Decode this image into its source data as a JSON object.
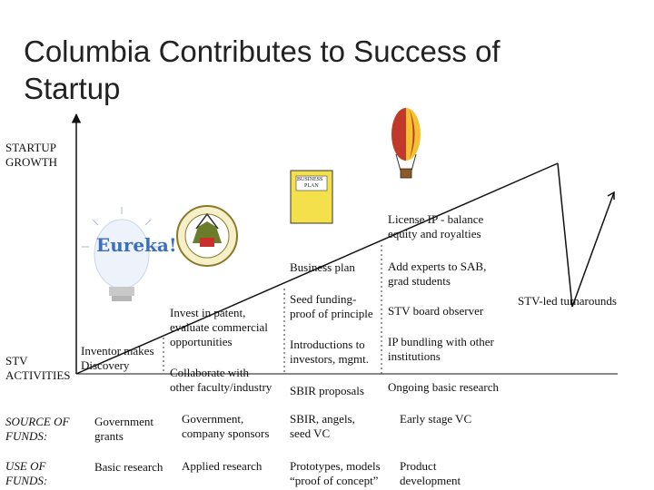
{
  "slide": {
    "title": "Columbia Contributes to Success of Startup"
  },
  "axes": {
    "y_label_line1": "STARTUP",
    "y_label_line2": "GROWTH",
    "x_label_line1": "STV",
    "x_label_line2": "ACTIVITIES"
  },
  "images": {
    "eureka_text": "Eureka!",
    "business_plan_line1": "BUSINESS",
    "business_plan_line2": "PLAN"
  },
  "activities": {
    "inventor_line1": "Inventor makes",
    "inventor_line2": "Discovery",
    "invest_line1": "Invest in patent,",
    "invest_line2": "evaluate commercial",
    "invest_line3": "opportunities",
    "collaborate_line1": "Collaborate with",
    "collaborate_line2": "other faculty/industry",
    "business_plan": "Business plan",
    "seed_line1": "Seed funding-",
    "seed_line2": "proof of principle",
    "introductions_line1": "Introductions to",
    "introductions_line2": "investors, mgmt.",
    "sbir": "SBIR proposals",
    "license_line1": "License IP - balance",
    "license_line2": "equity and royalties",
    "experts_line1": "Add experts to SAB,",
    "experts_line2": "grad students",
    "board": "STV board observer",
    "bundling_line1": "IP bundling with other",
    "bundling_line2": "institutions",
    "ongoing": "Ongoing basic research",
    "turnaround": "STV-led turnarounds"
  },
  "sources": {
    "label_line1": "SOURCE OF",
    "label_line2": "FUNDS:",
    "c1_line1": "Government",
    "c1_line2": "grants",
    "c2_line1": "Government,",
    "c2_line2": "company sponsors",
    "c3_line1": "SBIR, angels,",
    "c3_line2": "seed VC",
    "c4": "Early stage VC"
  },
  "uses": {
    "label_line1": "USE OF",
    "label_line2": "FUNDS:",
    "c1": "Basic research",
    "c2": "Applied research",
    "c3_line1": "Prototypes, models",
    "c3_line2": "“proof of concept”",
    "c4_line1": "Product",
    "c4_line2": "development"
  },
  "colors": {
    "balloon_red": "#c0392b",
    "balloon_yellow": "#f2c230",
    "plan_yellow": "#f4e04a",
    "seal_green": "#6b7d2a"
  }
}
